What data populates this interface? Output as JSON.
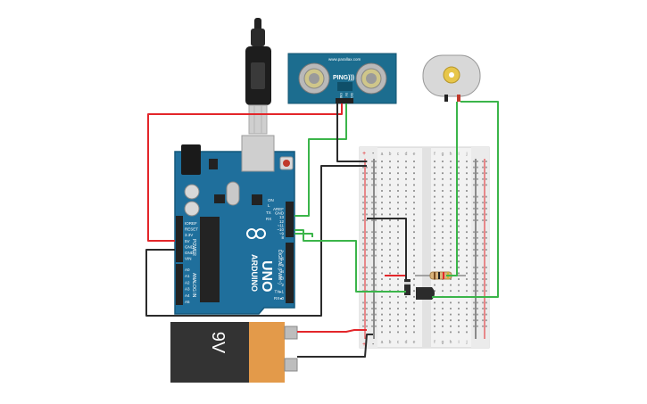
{
  "arduino": {
    "brand": "ARDUINO",
    "model": "UNO",
    "digital_label": "DIGITAL (PWM~)",
    "power_label": "POWER",
    "analog_label": "ANALOG IN",
    "top_pin_labels": [
      "AREF",
      "GND",
      "13",
      "12",
      "~11",
      "~10",
      "~9",
      "8"
    ],
    "bottom_pin_labels": [
      "7",
      "~6",
      "~5",
      "4",
      "~3",
      "2",
      "TX▸1",
      "RX◂0"
    ],
    "power_pin_labels": [
      "IOREF",
      "RESET",
      "3.3V",
      "5V",
      "GND",
      "GND",
      "VIN"
    ],
    "analog_pin_labels": [
      "A0",
      "A1",
      "A2",
      "A3",
      "A4",
      "A5"
    ],
    "tx_label": "TX",
    "rx_label": "RX",
    "l_label": "L",
    "on_label": "ON"
  },
  "sensor": {
    "name": "PING)))",
    "site": "www.parallax.com",
    "pins": [
      "GND",
      "5V",
      "SIG"
    ]
  },
  "battery": {
    "label": "9V"
  },
  "breadboard": {
    "col_letters_left": [
      "a",
      "b",
      "c",
      "d",
      "e"
    ],
    "col_letters_right": [
      "f",
      "g",
      "h",
      "i",
      "j"
    ],
    "rail_plus": "+",
    "rail_minus": "-"
  },
  "colors": {
    "wire_red": "#e3262a",
    "wire_green": "#3bb54a",
    "wire_black": "#2b2b2b",
    "arduino_blue": "#1f6f9c",
    "sensor_blue": "#1c6d8f",
    "battery_gold": "#e39a4a",
    "battery_dark": "#333333"
  }
}
